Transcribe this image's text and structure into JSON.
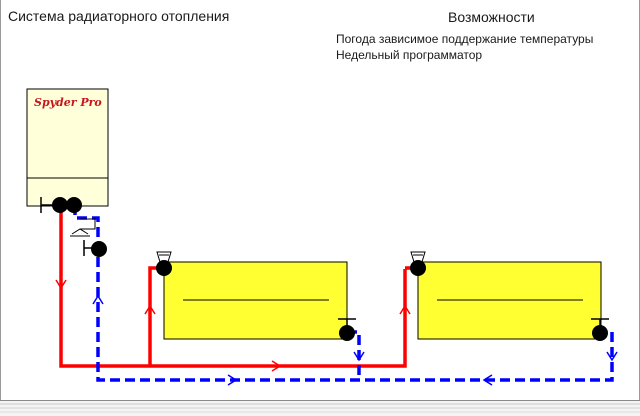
{
  "title": "Система радиаторного отопления",
  "features": {
    "heading": "Возможности",
    "items": [
      "Погода зависимое поддержание температуры",
      "Недельный программатор"
    ]
  },
  "boiler": {
    "brand": "Spyder Pro"
  },
  "colors": {
    "supply_pipe": "#ff0000",
    "return_pipe": "#0000ff",
    "radiator_fill": "#ffff32",
    "boiler_fill": "#ffffd9",
    "valve": "#000000"
  },
  "icons": {
    "boiler": "boiler-icon",
    "radiator": "radiator-icon",
    "air_vent": "air-vent-icon",
    "valve": "valve-icon",
    "pump": "pump-icon",
    "flow_arrow": "flow-arrow-icon"
  }
}
